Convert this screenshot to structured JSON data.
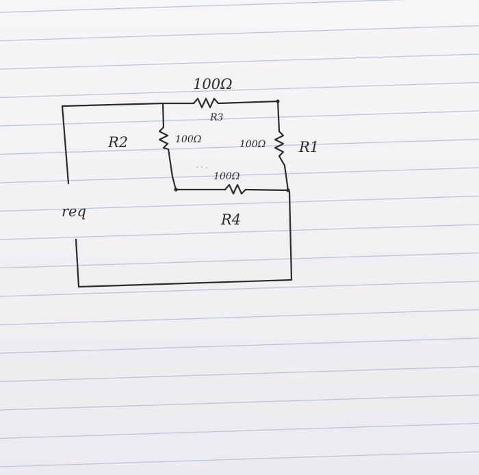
{
  "diagram": {
    "resistors": [
      {
        "id": "R3",
        "label": "R3",
        "value": "100Ω",
        "position": "top"
      },
      {
        "id": "R2",
        "label": "R2",
        "value": "100Ω",
        "position": "left"
      },
      {
        "id": "R1",
        "label": "R1",
        "value": "100Ω",
        "position": "right"
      },
      {
        "id": "R4",
        "label": "R4",
        "value": "100Ω",
        "position": "bottom"
      }
    ],
    "terminal_label": "req"
  },
  "colors": {
    "ink": "#2b2b2f",
    "paper": "#f3f3f5",
    "ruled_lines": "#b9c2d8"
  }
}
